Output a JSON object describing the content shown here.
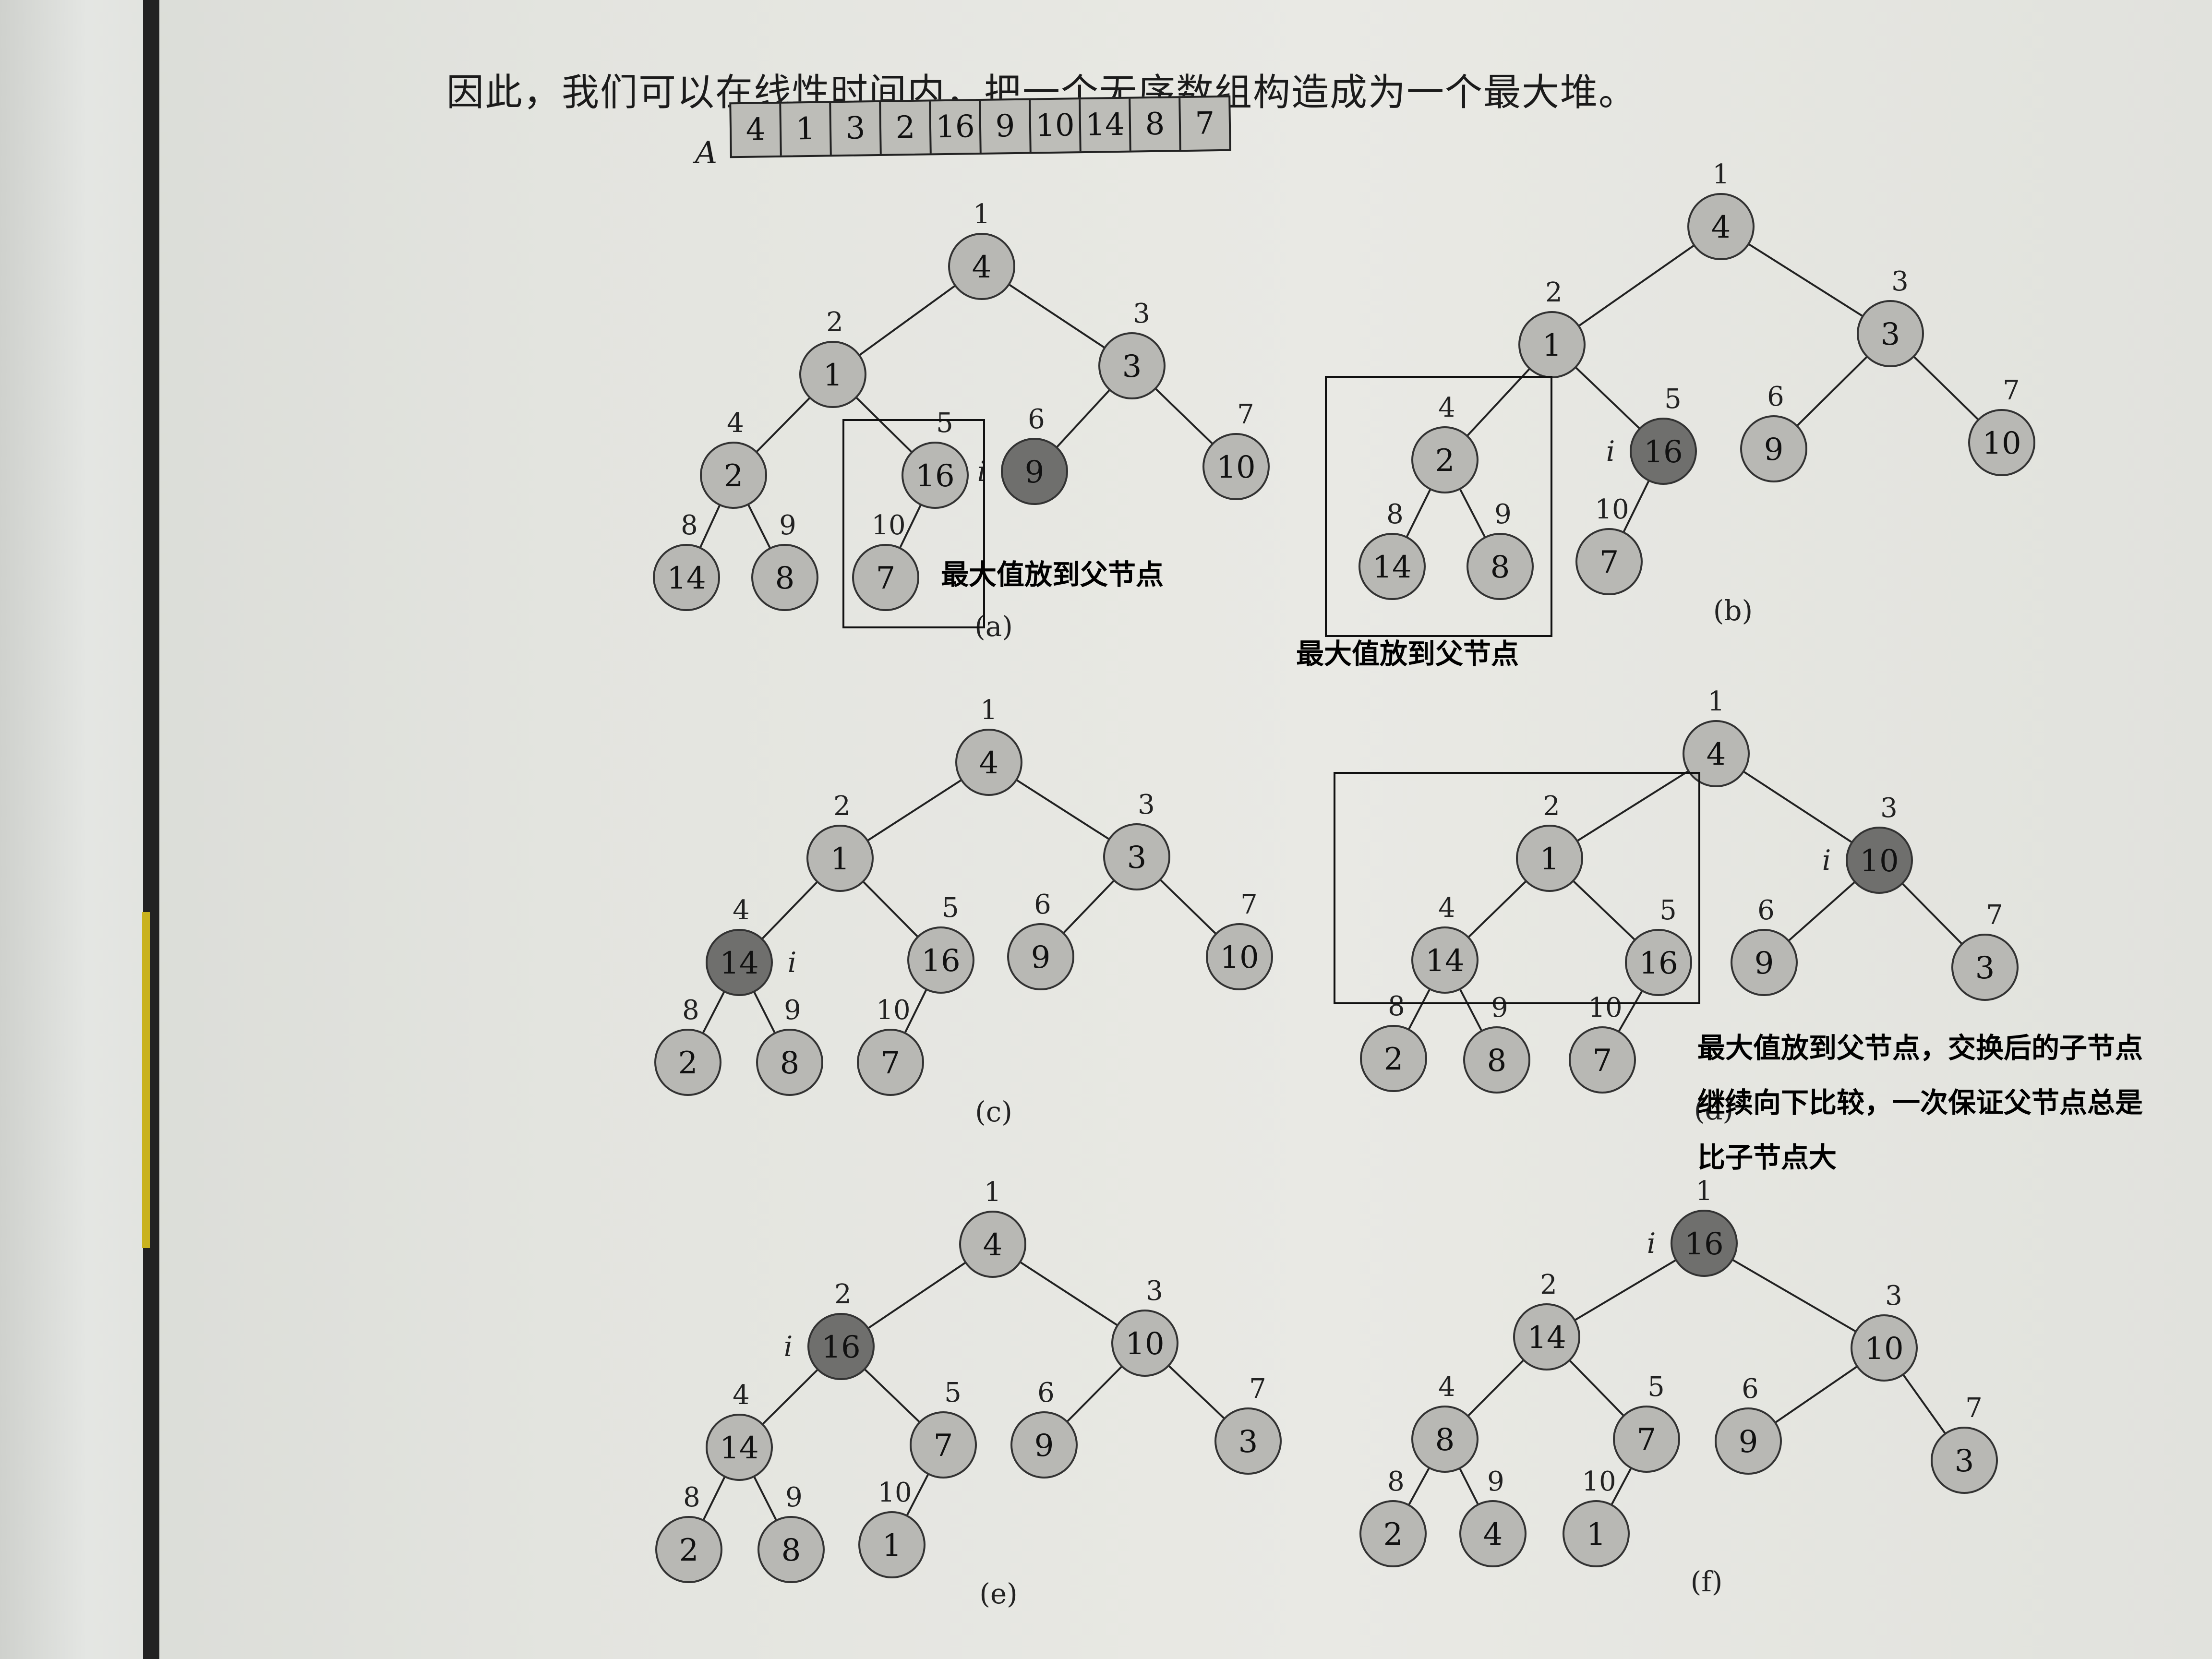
{
  "intro_text": "因此，我们可以在线性时间内，把一个无序数组构造成为一个最大堆。",
  "array": {
    "label": "A",
    "values": [
      "4",
      "1",
      "3",
      "2",
      "16",
      "9",
      "10",
      "14",
      "8",
      "7"
    ]
  },
  "trees": [
    {
      "caption": "(a)",
      "values": [
        "4",
        "1",
        "3",
        "2",
        "16",
        "9",
        "10",
        "14",
        "8",
        "7"
      ],
      "highlight": 5,
      "i_at": 5
    },
    {
      "caption": "(b)",
      "values": [
        "4",
        "1",
        "3",
        "2",
        "16",
        "9",
        "10",
        "14",
        "8",
        "7"
      ],
      "highlight": 4,
      "i_at": 4
    },
    {
      "caption": "(c)",
      "values": [
        "4",
        "1",
        "3",
        "14",
        "16",
        "9",
        "10",
        "2",
        "8",
        "7"
      ],
      "highlight": 3,
      "i_at": 3
    },
    {
      "caption": "(d)",
      "values": [
        "4",
        "1",
        "10",
        "14",
        "16",
        "9",
        "3",
        "2",
        "8",
        "7"
      ],
      "highlight": 2,
      "i_at": 2
    },
    {
      "caption": "(e)",
      "values": [
        "4",
        "16",
        "10",
        "14",
        "7",
        "9",
        "3",
        "2",
        "8",
        "1"
      ],
      "highlight": 1,
      "i_at": 1
    },
    {
      "caption": "(f)",
      "values": [
        "16",
        "14",
        "10",
        "8",
        "7",
        "9",
        "3",
        "2",
        "4",
        "1"
      ],
      "highlight": 0,
      "i_at": 0
    }
  ],
  "index_labels": [
    "1",
    "2",
    "3",
    "4",
    "5",
    "6",
    "7",
    "8",
    "9",
    "10"
  ],
  "i_symbol": "i",
  "notes": {
    "a": "最大值放到父节点",
    "b": "最大值放到父节点",
    "d_line1": "最大值放到父节点，交换后的子节点",
    "d_line2": "继续向下比较，一次保证父节点总是",
    "d_line3": "比子节点大"
  }
}
